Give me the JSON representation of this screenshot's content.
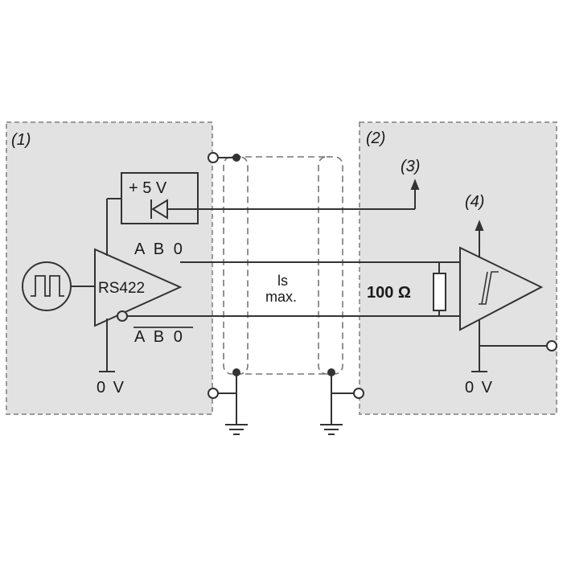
{
  "labels": {
    "block_1": "(1)",
    "block_2": "(2)",
    "ref_3": "(3)",
    "ref_4": "(4)",
    "supply": "+ 5 V",
    "driver": "RS422",
    "signals_top": "A B 0",
    "signals_bottom": "A B 0",
    "ground_left": "0 V",
    "ground_right": "0 V",
    "length_1": "ls",
    "length_2": "max.",
    "resistor": "100 Ω"
  },
  "colors": {
    "panel_fill": "#e2e2e2",
    "panel_border": "#9a9a9a",
    "wire": "#333333",
    "cable_dash": "#777777"
  }
}
